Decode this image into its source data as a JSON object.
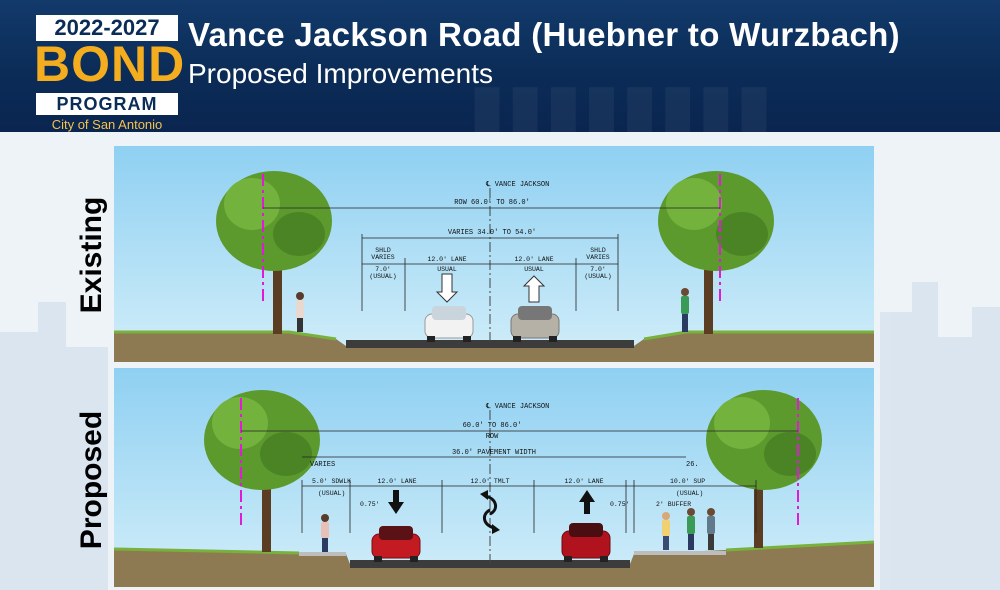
{
  "header": {
    "title": "Vance Jackson Road (Huebner to Wurzbach)",
    "subtitle": "Proposed Improvements"
  },
  "logo": {
    "years": "2022-2027",
    "bond": "BOND",
    "program": "PROGRAM",
    "city": "City of San Antonio"
  },
  "colors": {
    "header_bg": "#0b2c57",
    "logo_gold": "#f4ad1f",
    "sky": "#aee0f7",
    "ground": "#8e7a52",
    "road": "#3c3c3c",
    "grass": "#78b13c"
  },
  "existing": {
    "label": "Existing",
    "centerline": "℄ VANCE JACKSON",
    "row": "ROW 60.0' TO 86.0'",
    "varies": "VARIES 34.0' TO 54.0'",
    "shld_left": [
      "SHLD",
      "VARIES",
      "7.0'",
      "(USUAL)"
    ],
    "lane_left": [
      "12.0' LANE",
      "USUAL"
    ],
    "lane_right": [
      "12.0' LANE",
      "USUAL"
    ],
    "shld_right": [
      "SHLD",
      "VARIES",
      "7.0'",
      "(USUAL)"
    ]
  },
  "proposed": {
    "label": "Proposed",
    "centerline": "℄ VANCE JACKSON",
    "row": [
      "60.0' TO 86.0'",
      "ROW"
    ],
    "pavement": "36.0' PAVEMENT WIDTH",
    "left_partial": "VARIES",
    "right_partial": "26.",
    "sdwlk": [
      "5.0' SDWLK",
      "(USUAL)"
    ],
    "offset_left": "0.75'",
    "lane_left": "12.0' LANE",
    "tmlt": "12.0' TMLT",
    "lane_right": "12.0' LANE",
    "offset_right": "0.75'",
    "sup": [
      "10.0' SUP",
      "(USUAL)"
    ],
    "buffer": "2' BUFFER"
  }
}
